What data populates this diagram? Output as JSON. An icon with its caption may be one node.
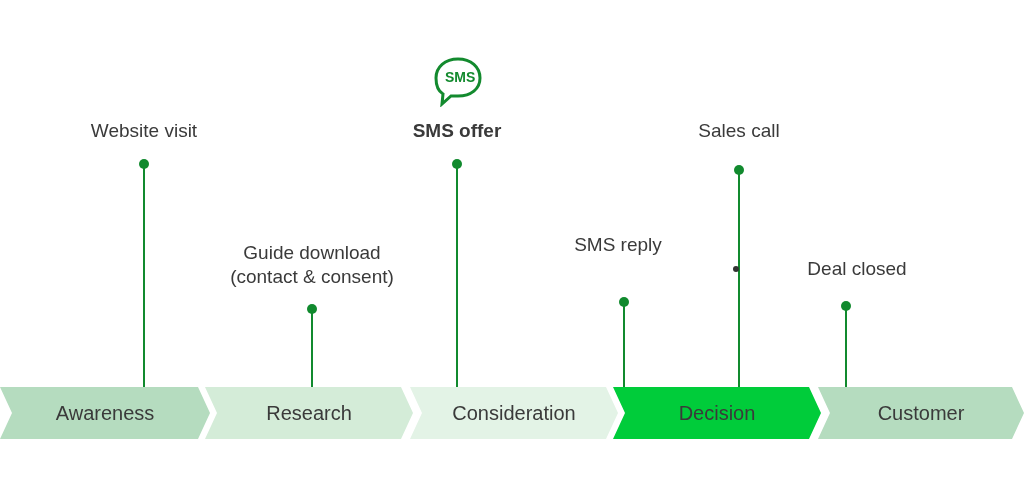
{
  "diagram": {
    "nodes": [
      {
        "text": [
          "Awareness"
        ]
      },
      {
        "text": [
          "Research"
        ]
      },
      {
        "text": [
          "Consideration"
        ]
      },
      {
        "text": [
          "Decision"
        ]
      },
      {
        "text": [
          "Customer"
        ]
      },
      {
        "text": [
          "Website visit"
        ]
      },
      {
        "text": [
          "Guide download (contact & consent)"
        ]
      },
      {
        "text": [
          "SMS offer"
        ]
      },
      {
        "text": [
          "SMS reply"
        ]
      },
      {
        "text": [
          "Sales call"
        ]
      },
      {
        "text": [
          "Deal closed"
        ]
      }
    ],
    "edges": [
      {
        "from": 5,
        "to": 0,
        "arrow": "other"
      },
      {
        "from": 6,
        "to": 1,
        "arrow": "other"
      },
      {
        "from": 7,
        "to": 2,
        "arrow": "other"
      },
      {
        "from": 8,
        "to": 3,
        "arrow": "other"
      },
      {
        "from": 9,
        "to": 3,
        "arrow": "other"
      },
      {
        "from": 10,
        "to": 4,
        "arrow": "other"
      }
    ],
    "labels": [
      "SMS"
    ]
  }
}
